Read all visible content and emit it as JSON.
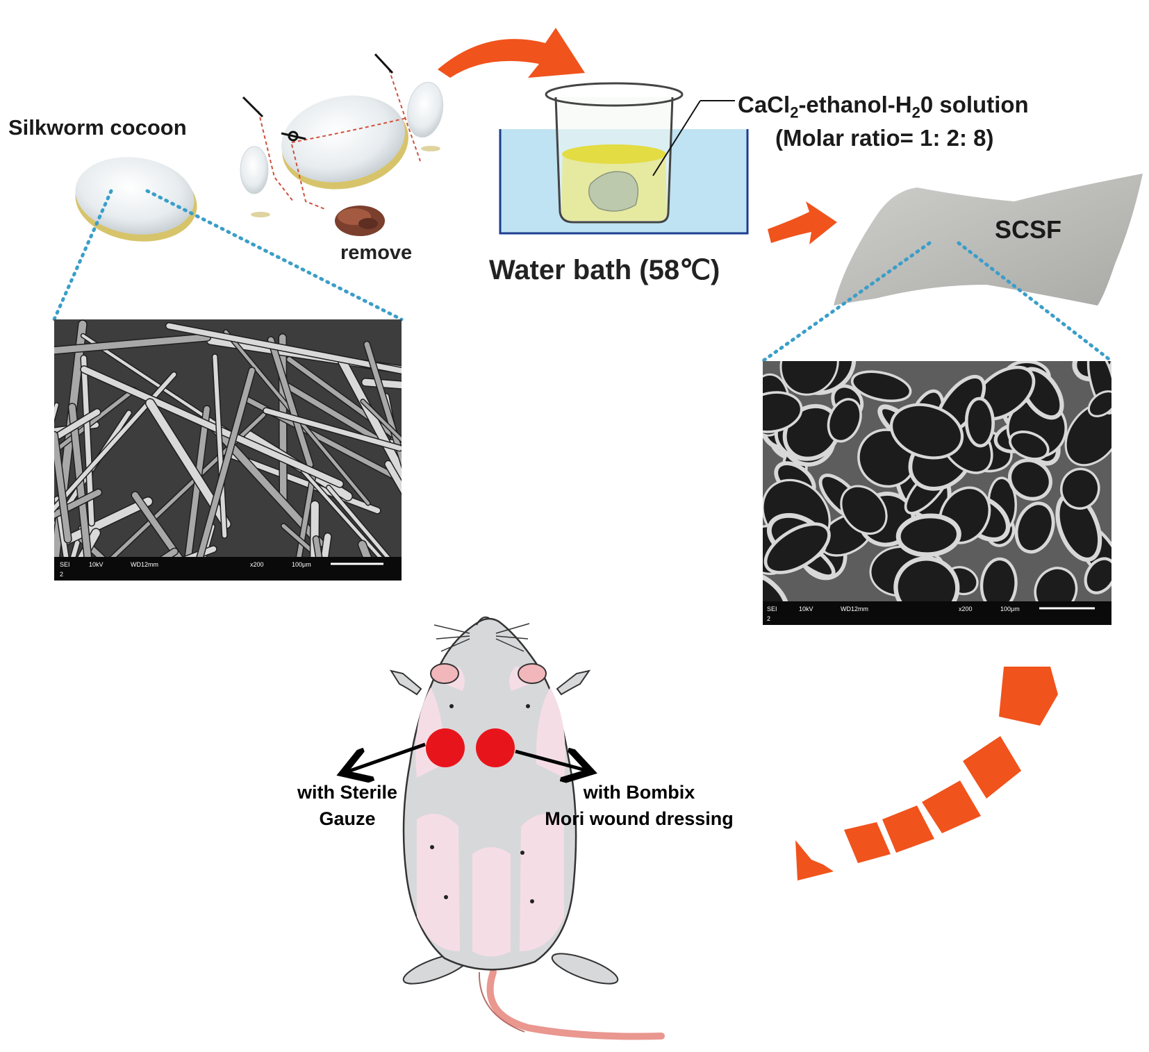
{
  "labels": {
    "cocoon": "Silkworm cocoon",
    "remove": "remove",
    "water_bath": "Water bath (58℃)",
    "solution_prefix": "CaCl",
    "solution_sub1": "2",
    "solution_mid": "-ethanol-H",
    "solution_sub2": "2",
    "solution_suffix": "0 solution",
    "molar_ratio": "(Molar ratio= 1: 2: 8)",
    "scsf": "SCSF",
    "gauze_line1": "with Sterile",
    "gauze_line2": "Gauze",
    "dressing_line1": "with Bombix",
    "dressing_line2": "Mori wound dressing"
  },
  "sem_left": {
    "bar_mode": "SEI",
    "bar_kv": "10kV",
    "bar_wd": "WD12mm",
    "bar_mag": "x200",
    "bar_scale": "100μm",
    "bar_row2": "2"
  },
  "sem_right": {
    "bar_mode": "SEI",
    "bar_kv": "10kV",
    "bar_wd": "WD12mm",
    "bar_mag": "x200",
    "bar_scale": "100μm",
    "bar_row2": "2"
  },
  "colors": {
    "arrow_orange": "#f0531c",
    "dotted_blue": "#3a9ec9",
    "wound_red": "#e8141c",
    "water_blue": "#bfe3f2",
    "solution_yellow": "#e6e07a",
    "foam_gray": "#b9b9b6",
    "mouse_gray": "#d7d8da",
    "mouse_pink": "#f5dde6",
    "tail_pink": "#f2a7a0"
  },
  "icons": [
    "scissors-icon",
    "beaker-icon",
    "mouse-icon",
    "pupa-icon"
  ]
}
